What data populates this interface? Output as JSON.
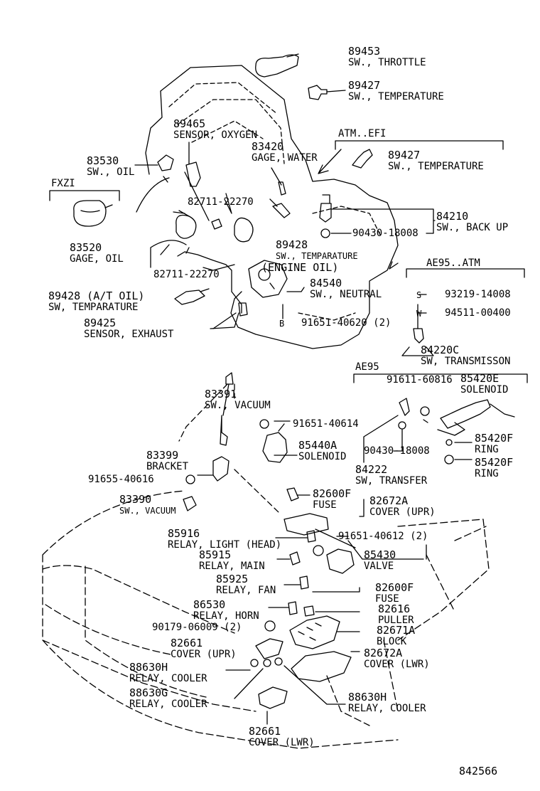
{
  "diagram_id": "842566",
  "parts": [
    {
      "no": "89453",
      "name": "SW., THROTTLE"
    },
    {
      "no": "89427",
      "name": "SW., TEMPERATURE"
    },
    {
      "no": "89465",
      "name": "SENSOR, OXYGEN"
    },
    {
      "no": "83420",
      "name": "GAGE, WATER"
    },
    {
      "no": "83530",
      "name": "SW., OIL"
    },
    {
      "no": "89427",
      "name": "SW., TEMPERATURE"
    },
    {
      "no": "83520",
      "name": "GAGE, OIL"
    },
    {
      "no": "84210",
      "name": "SW., BACK UP"
    },
    {
      "no": "89428",
      "name": "SW., TEMPARATURE"
    },
    {
      "no": "84540",
      "name": "SW., NEUTRAL"
    },
    {
      "no": "89428 (A/T OIL)",
      "name": "SW, TEMPARATURE"
    },
    {
      "no": "89425",
      "name": "SENSOR, EXHAUST"
    },
    {
      "no": "84220C",
      "name": "SW, TRANSMISSON"
    },
    {
      "no": "85420E",
      "name": "SOLENOID"
    },
    {
      "no": "83391",
      "name": "SW., VACUUM"
    },
    {
      "no": "85440A",
      "name": "SOLENOID"
    },
    {
      "no": "83399",
      "name": "BRACKET"
    },
    {
      "no": "85420F",
      "name": "RING"
    },
    {
      "no": "85420F",
      "name": "RING"
    },
    {
      "no": "84222",
      "name": "SW, TRANSFER"
    },
    {
      "no": "83390",
      "name": "SW., VACUUM"
    },
    {
      "no": "82600F",
      "name": "FUSE"
    },
    {
      "no": "82672A",
      "name": "COVER (UPR)"
    },
    {
      "no": "85916",
      "name": "RELAY, LIGHT (HEAD)"
    },
    {
      "no": "85915",
      "name": "RELAY, MAIN"
    },
    {
      "no": "85430",
      "name": "VALVE"
    },
    {
      "no": "85925",
      "name": "RELAY, FAN"
    },
    {
      "no": "82600F",
      "name": "FUSE"
    },
    {
      "no": "86530",
      "name": "RELAY, HORN"
    },
    {
      "no": "82616",
      "name": "PULLER"
    },
    {
      "no": "82661",
      "name": "COVER (UPR)"
    },
    {
      "no": "82671A",
      "name": "BLOCK"
    },
    {
      "no": "82672A",
      "name": "COVER (LWR)"
    },
    {
      "no": "88630H",
      "name": "RELAY, COOLER"
    },
    {
      "no": "88630G",
      "name": "RELAY, COOLER"
    },
    {
      "no": "88630H",
      "name": "RELAY, COOLER"
    },
    {
      "no": "82661",
      "name": "COVER (LWR)"
    }
  ],
  "codes": {
    "c1": "82711-22270",
    "c2": "82711-22270",
    "c3": "90430-18008",
    "c4": "93219-14008",
    "c5": "94511-00400",
    "c6": "91651-40620 (2)",
    "c7": "91611-60816",
    "c8": "91651-40614",
    "c9": "90430-18008",
    "c10": "91655-40616",
    "c11": "91651-40612 (2)",
    "c12": "90179-06009 (2)"
  },
  "notes": {
    "atm_efi": "ATM..EFI",
    "fxzi": "FXZI",
    "ae95_atm": "AE95..ATM",
    "ae95": "AE95",
    "engine_oil": "(ENGINE OIL)"
  },
  "markers": {
    "b": "B",
    "s": "S",
    "w": "W"
  }
}
